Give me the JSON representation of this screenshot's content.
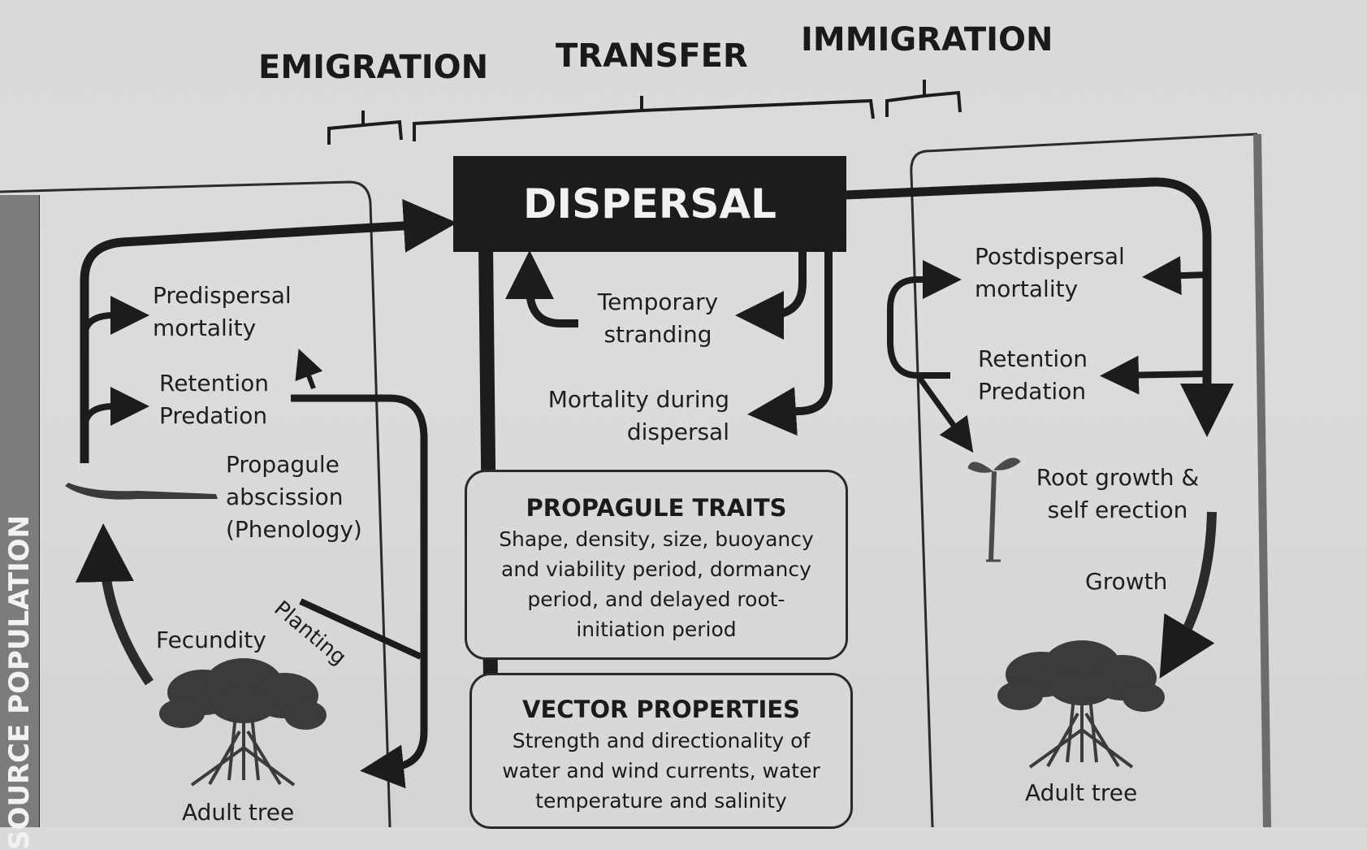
{
  "phases": {
    "emigration": "EMIGRATION",
    "transfer": "TRANSFER",
    "immigration": "IMMIGRATION"
  },
  "source_population": "SOURCE POPULATION",
  "dispersal": "DISPERSAL",
  "left": {
    "predispersal_1": "Predispersal",
    "predispersal_2": "mortality",
    "retention": "Retention",
    "predation": "Predation",
    "abscission_1": "Propagule",
    "abscission_2": "abscission",
    "abscission_3": "(Phenology)",
    "planting": "Planting",
    "fecundity": "Fecundity",
    "adult_tree": "Adult tree"
  },
  "middle": {
    "stranding_1": "Temporary",
    "stranding_2": "stranding",
    "mortality_1": "Mortality during",
    "mortality_2": "dispersal",
    "traits_title": "PROPAGULE TRAITS",
    "traits_1": "Shape, density, size, buoyancy",
    "traits_2": "and viability period, dormancy",
    "traits_3": "period, and delayed root-",
    "traits_4": "initiation period",
    "vector_title": "VECTOR PROPERTIES",
    "vector_1": "Strength and directionality of",
    "vector_2": "water and wind currents, water",
    "vector_3": "temperature and salinity"
  },
  "right": {
    "postdispersal_1": "Postdispersal",
    "postdispersal_2": "mortality",
    "retention": "Retention",
    "predation": "Predation",
    "root_1": "Root growth &",
    "root_2": "self erection",
    "growth": "Growth",
    "adult_tree": "Adult tree"
  },
  "colors": {
    "ink": "#1c1c1c",
    "paper": "#d9dad9",
    "side_band": "#7b7c7b",
    "tree": "#3b3b3b"
  },
  "icons": [
    "tree-icon",
    "seedling-icon",
    "propagule-icon"
  ]
}
